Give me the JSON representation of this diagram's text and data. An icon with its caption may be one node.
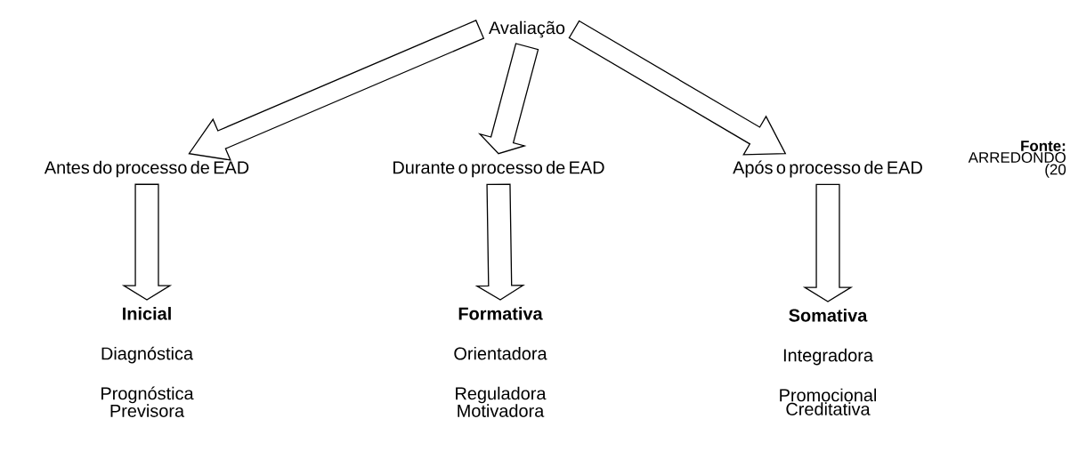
{
  "diagram": {
    "nodes": [
      {
        "text": [
          "Avaliação"
        ]
      },
      {
        "text": [
          "Antes do processo de EAD"
        ]
      },
      {
        "text": [
          "Durante o processo de EAD"
        ]
      },
      {
        "text": [
          "Após o processo de EAD"
        ]
      },
      {
        "text": [
          "Inicial",
          "Diagnóstica",
          "Prognóstica",
          "Previsora"
        ]
      },
      {
        "text": [
          "Formativa",
          "Orientadora",
          "Reguladora",
          "Motivadora"
        ]
      },
      {
        "text": [
          "Somativa",
          "Integradora",
          "Promocional",
          "Creditativa"
        ]
      }
    ],
    "edges": [
      {
        "from": 0,
        "to": 1,
        "arrow": "to"
      },
      {
        "from": 0,
        "to": 2,
        "arrow": "to"
      },
      {
        "from": 0,
        "to": 3,
        "arrow": "to"
      },
      {
        "from": 1,
        "to": 4,
        "arrow": "to"
      },
      {
        "from": 2,
        "to": 5,
        "arrow": "to"
      },
      {
        "from": 3,
        "to": 6,
        "arrow": "to"
      }
    ],
    "labels": [
      "**Fonte:** ARREDONDO (20"
    ]
  }
}
